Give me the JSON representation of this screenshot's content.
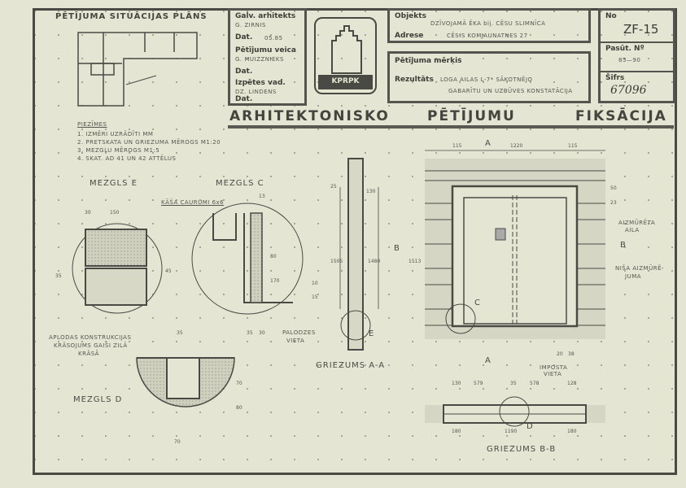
{
  "site_plan": {
    "title": "PĒTĪJUMA SITUĀCIJAS PLĀNS"
  },
  "approvals": {
    "chief_architect_label": "Galv. arhitekts",
    "chief_architect_name": "G. ZIRNIS",
    "date1_label": "Dat.",
    "date1_value": "05.85",
    "research_by_label": "Pētījumu veica",
    "research_by_name": "G. MUIZZNIEKS",
    "date2_label": "Dat.",
    "survey_lead_label": "Izpētes vad.",
    "survey_lead_name": "DZ. LINDENS",
    "date3_label": "Dat."
  },
  "logo": {
    "text": "KPRPK"
  },
  "object": {
    "object_label": "Objekts",
    "object_value": "DZĪVOJAMĀ ĒKA bij. CĒSU SLIMNĪCA",
    "address_label": "Adrese",
    "address_value": "CĒSIS KOMJAUNATNES 27"
  },
  "purpose": {
    "purpose_label": "Pētījuma mērķis",
    "result_label": "Rezultāts",
    "result_line1": "LOGA AILAS L-7* SĀKOTNĒJO",
    "result_line2": "GABARĪTU UN UZBŪVES KONSTATĀCIJA"
  },
  "ids": {
    "no_label": "No",
    "no_value": "ZF-15",
    "order_label": "Pasūt. Nº",
    "order_value": "85—90",
    "cipher_label": "Šifrs",
    "cipher_value": "67096"
  },
  "banner": {
    "word1": "ARHITEKTONISKO",
    "word2": "PĒTĪJUMU",
    "word3": "FIKSĀCIJA"
  },
  "notes": {
    "title": "PIEZĪMES",
    "items": [
      "1. IZMĒRI UZRĀDĪTI MM",
      "2. PRETSKATA UN GRIEZUMA MĒROGS M1:20",
      "3. MEZGLU MĒROGS M1:5",
      "4. SKAT. AD 41 UN 42 ATTĒLUS"
    ]
  },
  "details": {
    "node_e": "MEZGLS E",
    "node_c": "MEZGLS C",
    "node_d": "MEZGLS D",
    "kasa": "KĀŠA CAURUMI 6x6",
    "paint_note": [
      "APLODAS KONSTRUKCIJAS",
      "KRĀSOJUMS GAIŠI ZILĀ",
      "KRĀSĀ"
    ],
    "sill_note": [
      "PALODZES",
      "VIETA"
    ],
    "section_aa": "GRIEZUMS A-A",
    "section_bb": "GRIEZUMS B-B",
    "walled_opening": [
      "AIZMŪRĒTA",
      "AILA"
    ],
    "niche": [
      "NIŠA AIZMŪRĒ-",
      "JUMA"
    ],
    "transom": [
      "IMPOSTA",
      "VIETA"
    ],
    "marker_a": "A",
    "marker_b": "B",
    "marker_c": "C",
    "marker_d": "D",
    "marker_e": "E"
  },
  "dimensions": {
    "e_30": "30",
    "e_150": "150",
    "e_35": "35",
    "e_45": "45",
    "c_13": "13",
    "c_80": "80",
    "c_170": "170",
    "c_10": "10",
    "c_15": "15",
    "c_35": "35",
    "c_30": "30",
    "d_35": "35",
    "d_70": "70",
    "d_80": "80",
    "d_70b": "70",
    "aa_25": "25",
    "aa_130": "130",
    "aa_1505": "1505",
    "aa_1480": "1480",
    "el_115a": "115",
    "el_1220": "1220",
    "el_115b": "115",
    "el_50": "50",
    "el_23": "23",
    "el_1513": "1513",
    "el_20": "20",
    "el_38": "38",
    "bb_130": "130",
    "bb_579": "579",
    "bb_35": "35",
    "bb_578": "578",
    "bb_128": "128",
    "bb_180a": "180",
    "bb_1190": "1190",
    "bb_180b": "180"
  }
}
